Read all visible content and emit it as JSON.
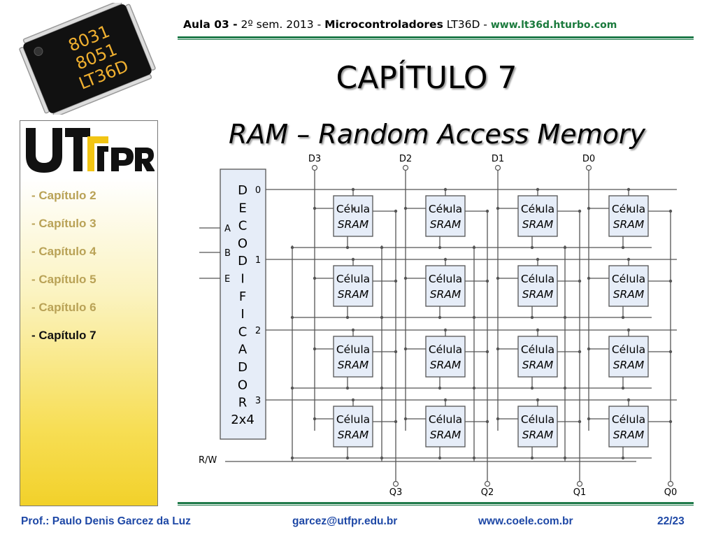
{
  "chip_logo": {
    "line1": "8031",
    "line2": "8051",
    "line3": "LT36D"
  },
  "header": {
    "aula": "Aula 03 -",
    "sem": "2º sem. 2013 -",
    "course": "Microcontroladores",
    "code": "LT36D -",
    "url": "www.lt36d.hturbo.com"
  },
  "title": "CAPÍTULO 7",
  "subtitle": "RAM – Random Access Memory",
  "sidebar": {
    "logo_text": "UTFPR",
    "items": [
      {
        "label": "- Capítulo 2"
      },
      {
        "label": "- Capítulo 3"
      },
      {
        "label": "- Capítulo 4"
      },
      {
        "label": "- Capítulo 5"
      },
      {
        "label": "- Capítulo 6"
      },
      {
        "label": "- Capítulo 7"
      }
    ],
    "active_index": 5
  },
  "diagram": {
    "decoder_letters": [
      "D",
      "E",
      "C",
      "O",
      "D",
      "I",
      "F",
      "I",
      "C",
      "A",
      "D",
      "O",
      "R"
    ],
    "decoder_size": "2x4",
    "inputs": [
      "A",
      "B",
      "E"
    ],
    "outputs": [
      "0",
      "1",
      "2",
      "3"
    ],
    "data_inputs": [
      "D3",
      "D2",
      "D1",
      "D0"
    ],
    "data_outputs": [
      "Q3",
      "Q2",
      "Q1",
      "Q0"
    ],
    "rw_label": "R/W",
    "cell_line1": "Célula",
    "cell_line2": "SRAM"
  },
  "footer": {
    "author": "Prof.: Paulo Denis Garcez da Luz",
    "email": "garcez@utfpr.edu.br",
    "site": "www.coele.com.br",
    "page": "22/23"
  },
  "colors": {
    "accent_green": "#1f7a4a",
    "footer_blue": "#1e48a6",
    "sidebar_yellow": "#f2d12a",
    "cell_fill": "#e6edf8"
  }
}
